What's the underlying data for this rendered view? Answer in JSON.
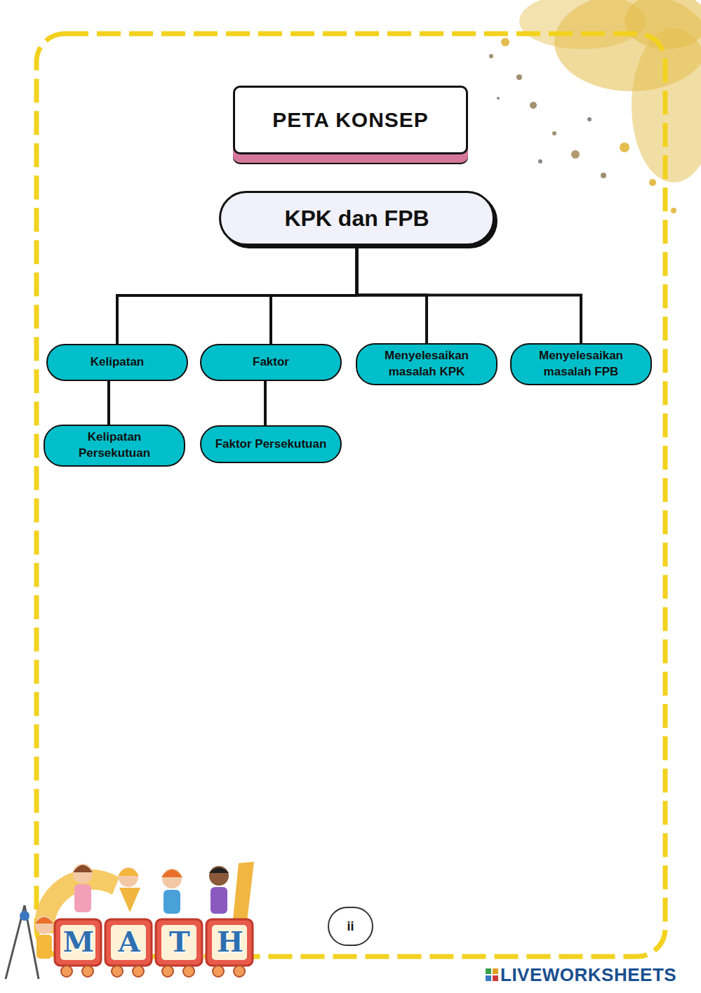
{
  "diagram": {
    "title": "PETA KONSEP",
    "nodes": [
      {
        "text": [
          "KPK dan FPB"
        ]
      },
      {
        "text": [
          "Kelipatan"
        ]
      },
      {
        "text": [
          "Faktor"
        ]
      },
      {
        "text": [
          "Menyelesaikan masalah KPK"
        ]
      },
      {
        "text": [
          "Menyelesaikan masalah FPB"
        ]
      },
      {
        "text": [
          "Kelipatan Persekutuan"
        ]
      },
      {
        "text": [
          "Faktor Persekutuan"
        ]
      },
      {
        "text": [
          "ii"
        ]
      }
    ],
    "edges": [
      {
        "from": 0,
        "to": 1,
        "arrow": "none"
      },
      {
        "from": 0,
        "to": 2,
        "arrow": "none"
      },
      {
        "from": 0,
        "to": 3,
        "arrow": "none"
      },
      {
        "from": 0,
        "to": 4,
        "arrow": "none"
      },
      {
        "from": 1,
        "to": 5,
        "arrow": "none"
      },
      {
        "from": 2,
        "to": 6,
        "arrow": "none"
      }
    ],
    "labels": [
      "M",
      "A",
      "T",
      "H",
      "LIVEWORKSHEETS"
    ]
  }
}
